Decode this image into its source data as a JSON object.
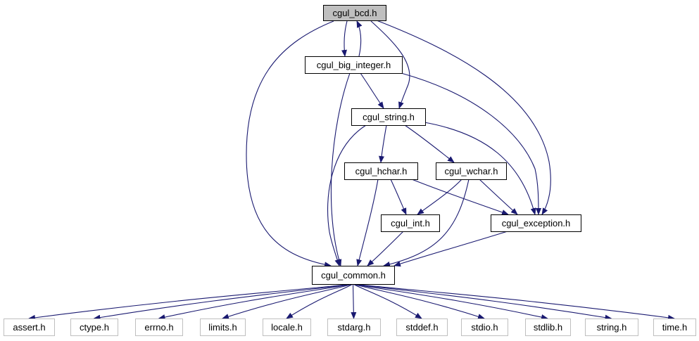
{
  "graph": {
    "nodes": [
      {
        "id": "bcd",
        "label": "cgul_bcd.h",
        "kind": "root"
      },
      {
        "id": "big",
        "label": "cgul_big_integer.h",
        "kind": "project"
      },
      {
        "id": "str",
        "label": "cgul_string.h",
        "kind": "project"
      },
      {
        "id": "hch",
        "label": "cgul_hchar.h",
        "kind": "project"
      },
      {
        "id": "wch",
        "label": "cgul_wchar.h",
        "kind": "project"
      },
      {
        "id": "int",
        "label": "cgul_int.h",
        "kind": "project"
      },
      {
        "id": "exc",
        "label": "cgul_exception.h",
        "kind": "project"
      },
      {
        "id": "com",
        "label": "cgul_common.h",
        "kind": "project"
      },
      {
        "id": "assert",
        "label": "assert.h",
        "kind": "system"
      },
      {
        "id": "ctype",
        "label": "ctype.h",
        "kind": "system"
      },
      {
        "id": "errno",
        "label": "errno.h",
        "kind": "system"
      },
      {
        "id": "limits",
        "label": "limits.h",
        "kind": "system"
      },
      {
        "id": "locale",
        "label": "locale.h",
        "kind": "system"
      },
      {
        "id": "stdarg",
        "label": "stdarg.h",
        "kind": "system"
      },
      {
        "id": "stddef",
        "label": "stddef.h",
        "kind": "system"
      },
      {
        "id": "stdio",
        "label": "stdio.h",
        "kind": "system"
      },
      {
        "id": "stdlib",
        "label": "stdlib.h",
        "kind": "system"
      },
      {
        "id": "string",
        "label": "string.h",
        "kind": "system"
      },
      {
        "id": "time",
        "label": "time.h",
        "kind": "system"
      }
    ],
    "edges": [
      {
        "from": "bcd",
        "to": "big"
      },
      {
        "from": "big",
        "to": "bcd"
      },
      {
        "from": "bcd",
        "to": "str"
      },
      {
        "from": "bcd",
        "to": "exc"
      },
      {
        "from": "bcd",
        "to": "com"
      },
      {
        "from": "big",
        "to": "str"
      },
      {
        "from": "big",
        "to": "exc"
      },
      {
        "from": "big",
        "to": "com"
      },
      {
        "from": "str",
        "to": "hch"
      },
      {
        "from": "str",
        "to": "wch"
      },
      {
        "from": "str",
        "to": "exc"
      },
      {
        "from": "str",
        "to": "com"
      },
      {
        "from": "hch",
        "to": "int"
      },
      {
        "from": "hch",
        "to": "exc"
      },
      {
        "from": "hch",
        "to": "com"
      },
      {
        "from": "wch",
        "to": "int"
      },
      {
        "from": "wch",
        "to": "exc"
      },
      {
        "from": "wch",
        "to": "com"
      },
      {
        "from": "int",
        "to": "com"
      },
      {
        "from": "exc",
        "to": "com"
      },
      {
        "from": "com",
        "to": "assert"
      },
      {
        "from": "com",
        "to": "ctype"
      },
      {
        "from": "com",
        "to": "errno"
      },
      {
        "from": "com",
        "to": "limits"
      },
      {
        "from": "com",
        "to": "locale"
      },
      {
        "from": "com",
        "to": "stdarg"
      },
      {
        "from": "com",
        "to": "stddef"
      },
      {
        "from": "com",
        "to": "stdio"
      },
      {
        "from": "com",
        "to": "stdlib"
      },
      {
        "from": "com",
        "to": "string"
      },
      {
        "from": "com",
        "to": "time"
      }
    ],
    "colors": {
      "edge": "#191970",
      "root_fill": "#bfbfbf",
      "project_border": "#000000",
      "system_border": "#bfbfbf"
    }
  }
}
